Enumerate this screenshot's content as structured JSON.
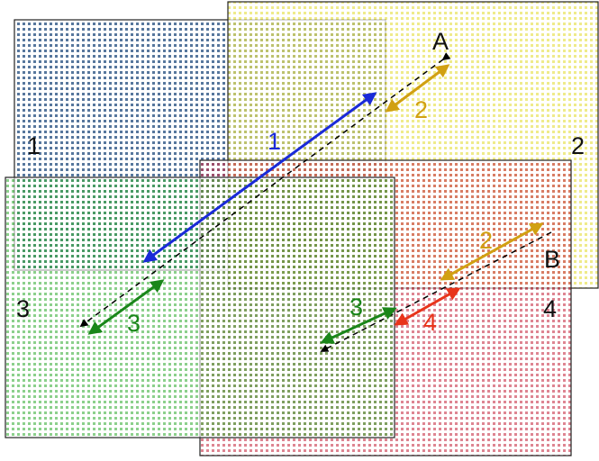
{
  "regions": [
    {
      "id": "1",
      "label": "1",
      "color": "#3a5f8c"
    },
    {
      "id": "2",
      "label": "2",
      "color": "#e8e25a"
    },
    {
      "id": "3",
      "label": "3",
      "color": "#3fb13f"
    },
    {
      "id": "4",
      "label": "4",
      "color": "#c8334a"
    }
  ],
  "points": {
    "a": "A",
    "b": "B"
  },
  "arrows": [
    {
      "id": "1",
      "label": "1",
      "color": "#1a2ad8"
    },
    {
      "id": "2-upper",
      "label": "2",
      "color": "#d1a012"
    },
    {
      "id": "3-lower-left",
      "label": "3",
      "color": "#1a861a"
    },
    {
      "id": "2-lower",
      "label": "2",
      "color": "#d1a012"
    },
    {
      "id": "3-middle",
      "label": "3",
      "color": "#1a861a"
    },
    {
      "id": "4",
      "label": "4",
      "color": "#e8341a"
    }
  ],
  "outline_color": "#222222"
}
